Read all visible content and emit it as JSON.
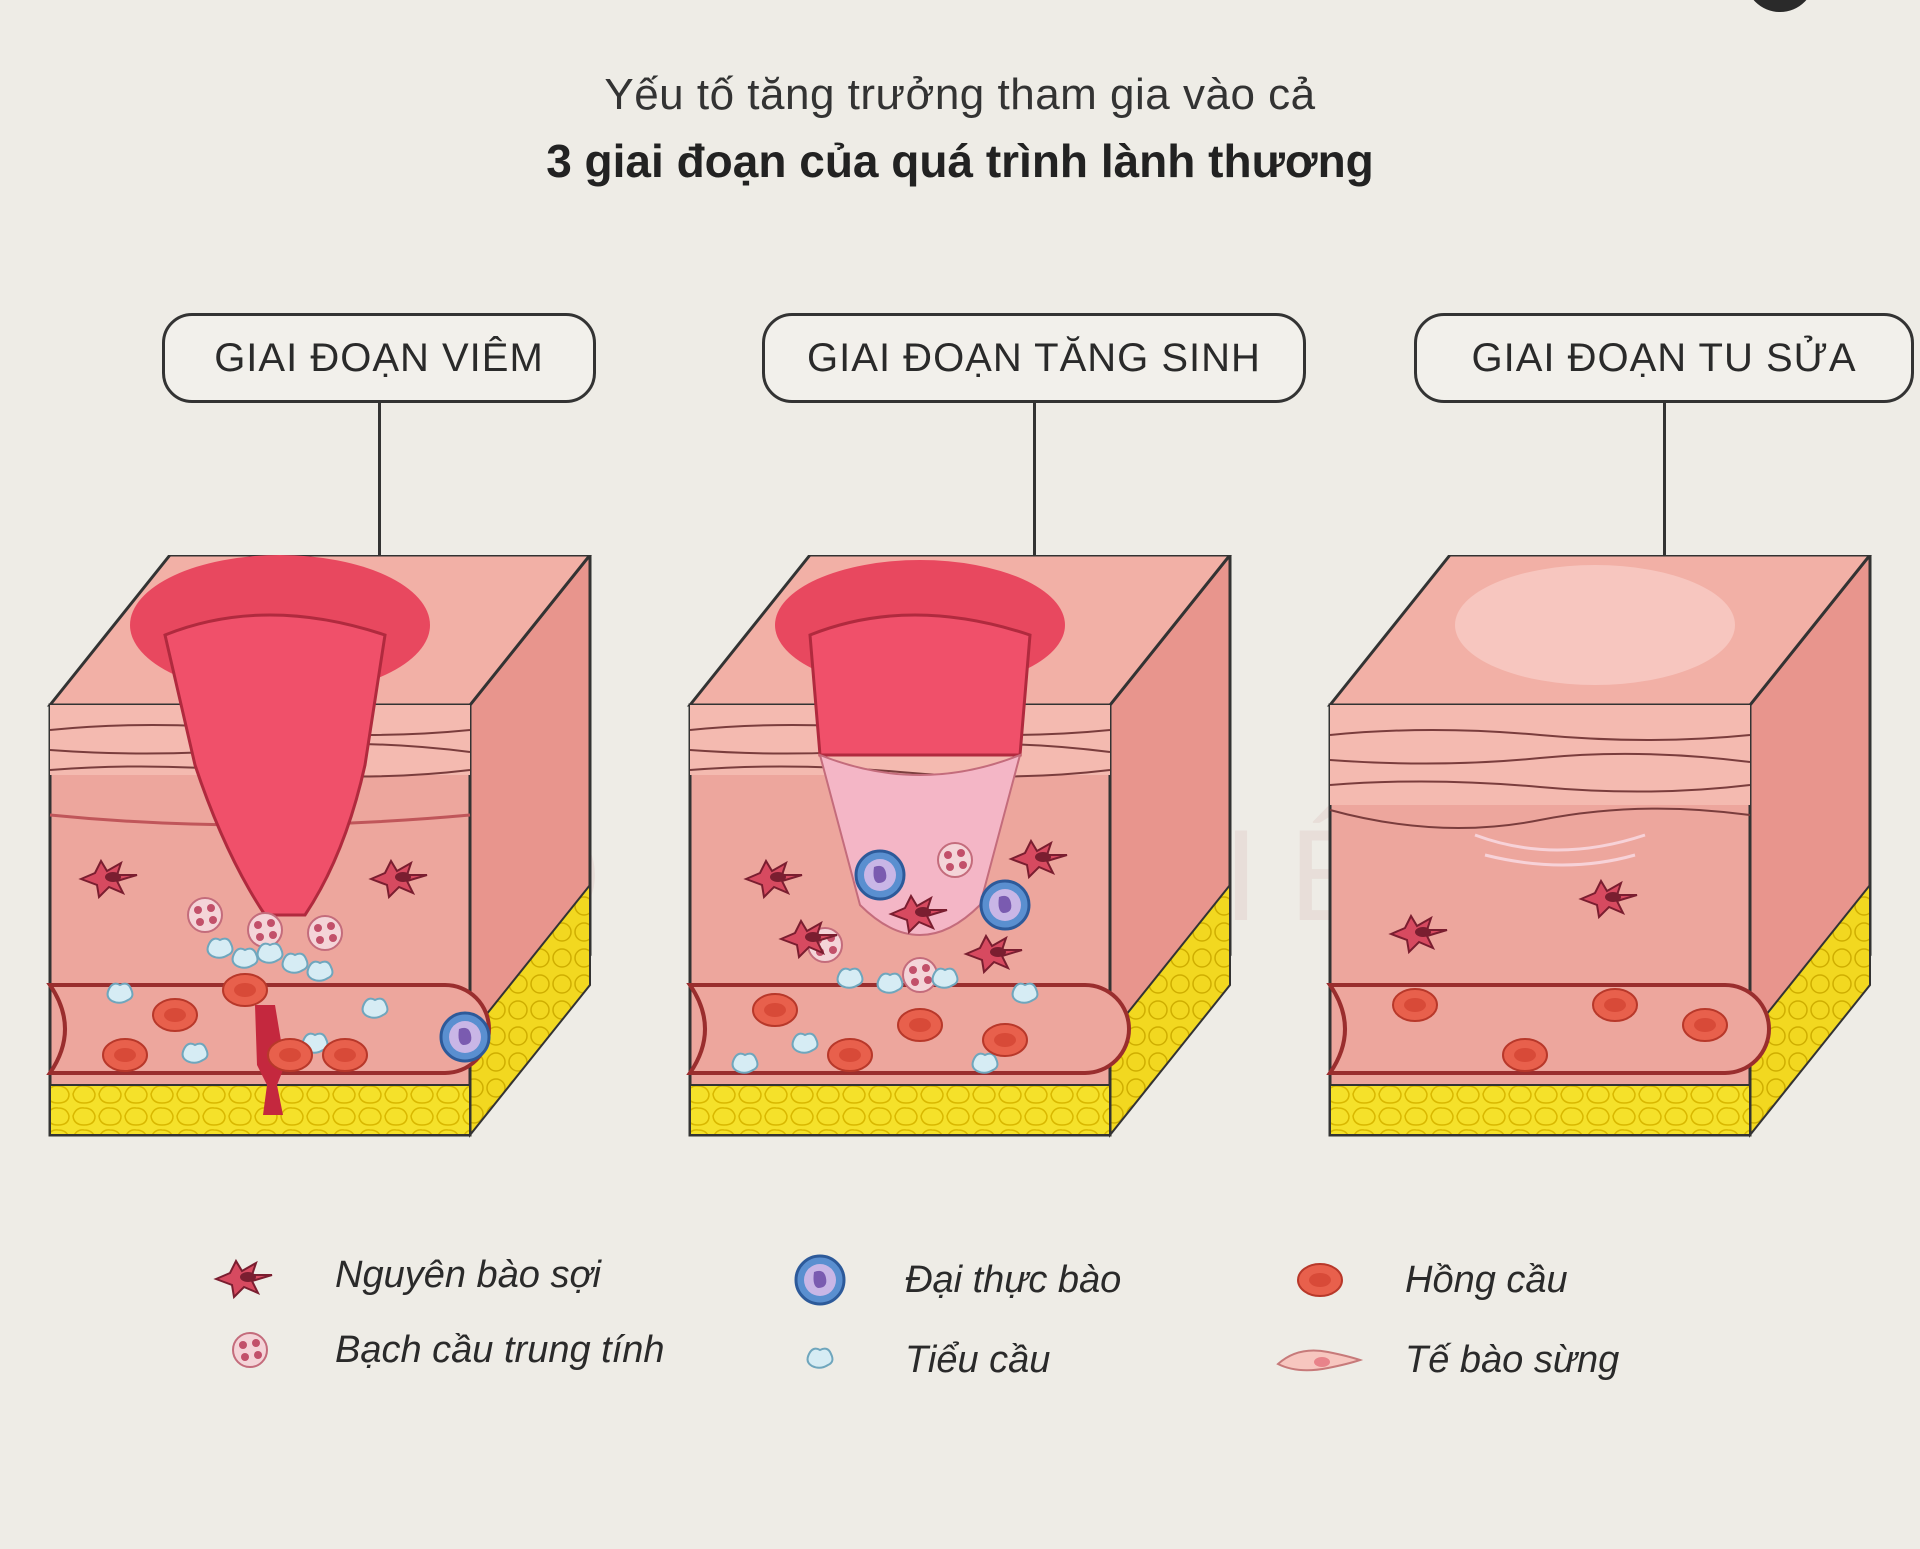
{
  "header": {
    "line1": "Yếu tố tăng trưởng tham gia vào cả",
    "line2": "3 giai đoạn của quá trình lành thương"
  },
  "stages": [
    {
      "label": "GIAI ĐOẠN VIÊM"
    },
    {
      "label": "GIAI ĐOẠN TĂNG SINH"
    },
    {
      "label": "GIAI ĐOẠN TU SỬA"
    }
  ],
  "legend": [
    {
      "label": "Nguyên bào sợi",
      "icon": "fibroblast-icon"
    },
    {
      "label": "Bạch cầu trung tính",
      "icon": "neutrophil-icon"
    },
    {
      "label": "Đại thực bào",
      "icon": "macrophage-icon"
    },
    {
      "label": "Tiểu cầu",
      "icon": "platelet-icon"
    },
    {
      "label": "Hồng cầu",
      "icon": "red-blood-cell-icon"
    },
    {
      "label": "Tế bào sừng",
      "icon": "keratinocyte-icon"
    }
  ],
  "watermark": "Ô LAN VIỆN",
  "colors": {
    "background": "#eeece6",
    "skin": "#f2a9a0",
    "dermis": "#eb9a93",
    "wound": "#f0506a",
    "fat": "#f5e12a",
    "red_cell": "#e8604c",
    "platelet": "#cfe6f0",
    "macrophage": "#5a8fd0"
  }
}
